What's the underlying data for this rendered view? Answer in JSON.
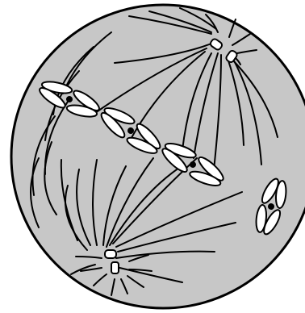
{
  "diagram": {
    "colors": {
      "page_background": "#ffffff",
      "cell_fill": "#c7c7c7",
      "stroke": "#000000",
      "chromatid_fill": "#ffffff"
    },
    "components": {
      "cell": "cell-membrane",
      "spindle_fibers": "spindle-fibers",
      "poles": [
        "upper-right-centrosome",
        "lower-left-centrosome"
      ],
      "chromosomes": [
        "chromosome-1",
        "chromosome-2",
        "chromosome-3",
        "chromosome-4"
      ]
    }
  }
}
